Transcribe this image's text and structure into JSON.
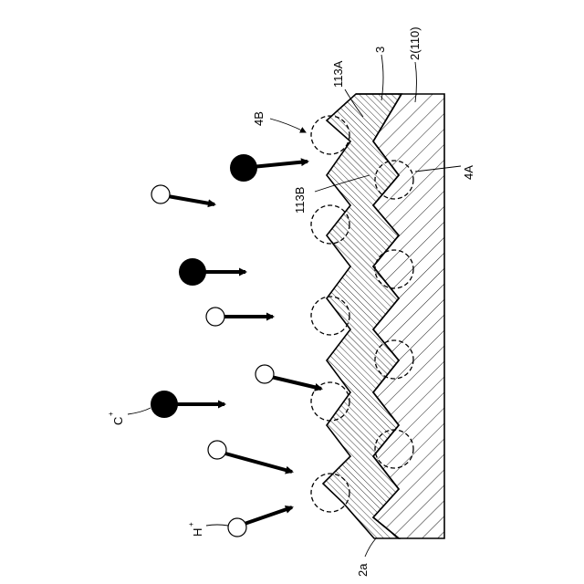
{
  "labels": {
    "substrate": "2(110)",
    "layer": "3",
    "region_4a": "4A",
    "region_4b": "4B",
    "face_113a": "113A",
    "face_113b": "113B",
    "surface_2a": "2a",
    "ion_c": "C",
    "ion_h": "H",
    "charge": "+"
  },
  "colors": {
    "ink": "#000000",
    "paper": "#ffffff"
  }
}
